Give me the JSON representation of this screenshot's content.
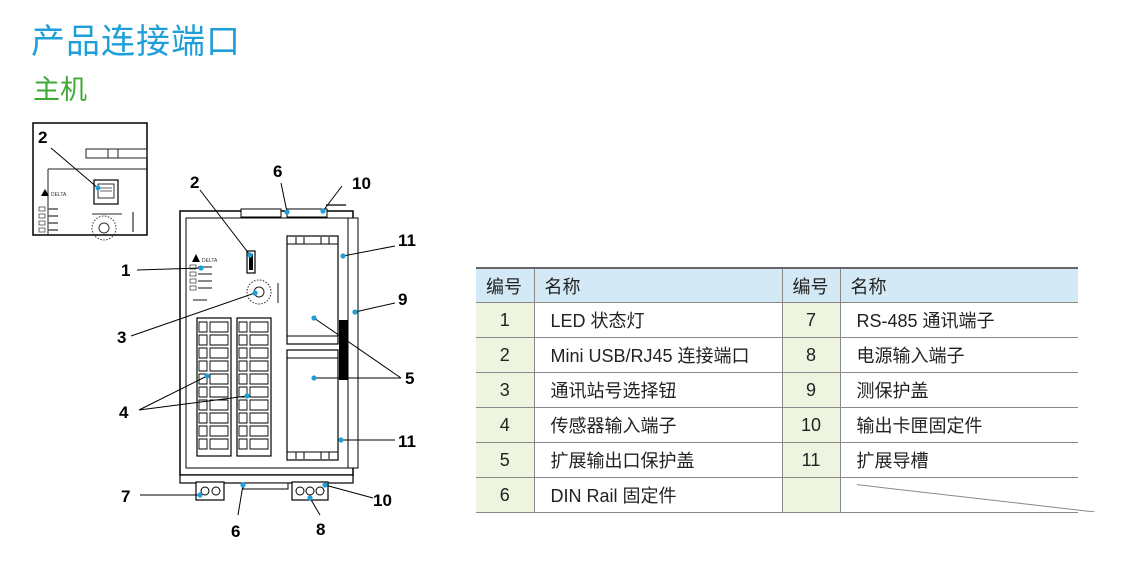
{
  "page": {
    "title": "产品连接端口",
    "subtitle": "主机"
  },
  "diagram": {
    "callouts": {
      "inset_2": "2",
      "n1": "1",
      "n2": "2",
      "n3": "3",
      "n4": "4",
      "n5": "5",
      "n6_top": "6",
      "n6_bottom": "6",
      "n7": "7",
      "n8": "8",
      "n9": "9",
      "n10_top": "10",
      "n10_bottom": "10",
      "n11_top": "11",
      "n11_bottom": "11"
    },
    "logo_text": "DELTA",
    "colors": {
      "line": "#000000",
      "dot": "#1f9fd8"
    }
  },
  "table": {
    "headers": [
      "编号",
      "名称",
      "编号",
      "名称"
    ],
    "rows": [
      {
        "n1": "1",
        "name1": "LED 状态灯",
        "n2": "7",
        "name2": "RS-485 通讯端子"
      },
      {
        "n1": "2",
        "name1": "Mini USB/RJ45 连接端口",
        "n2": "8",
        "name2": "电源输入端子"
      },
      {
        "n1": "3",
        "name1": "通讯站号选择钮",
        "n2": "9",
        "name2": "测保护盖"
      },
      {
        "n1": "4",
        "name1": "传感器输入端子",
        "n2": "10",
        "name2": "输出卡匣固定件"
      },
      {
        "n1": "5",
        "name1": "扩展输出口保护盖",
        "n2": "11",
        "name2": "扩展导槽"
      },
      {
        "n1": "6",
        "name1": "DIN Rail 固定件"
      }
    ],
    "colors": {
      "header_bg": "#d4e9f6",
      "number_bg": "#edf5e0"
    }
  }
}
